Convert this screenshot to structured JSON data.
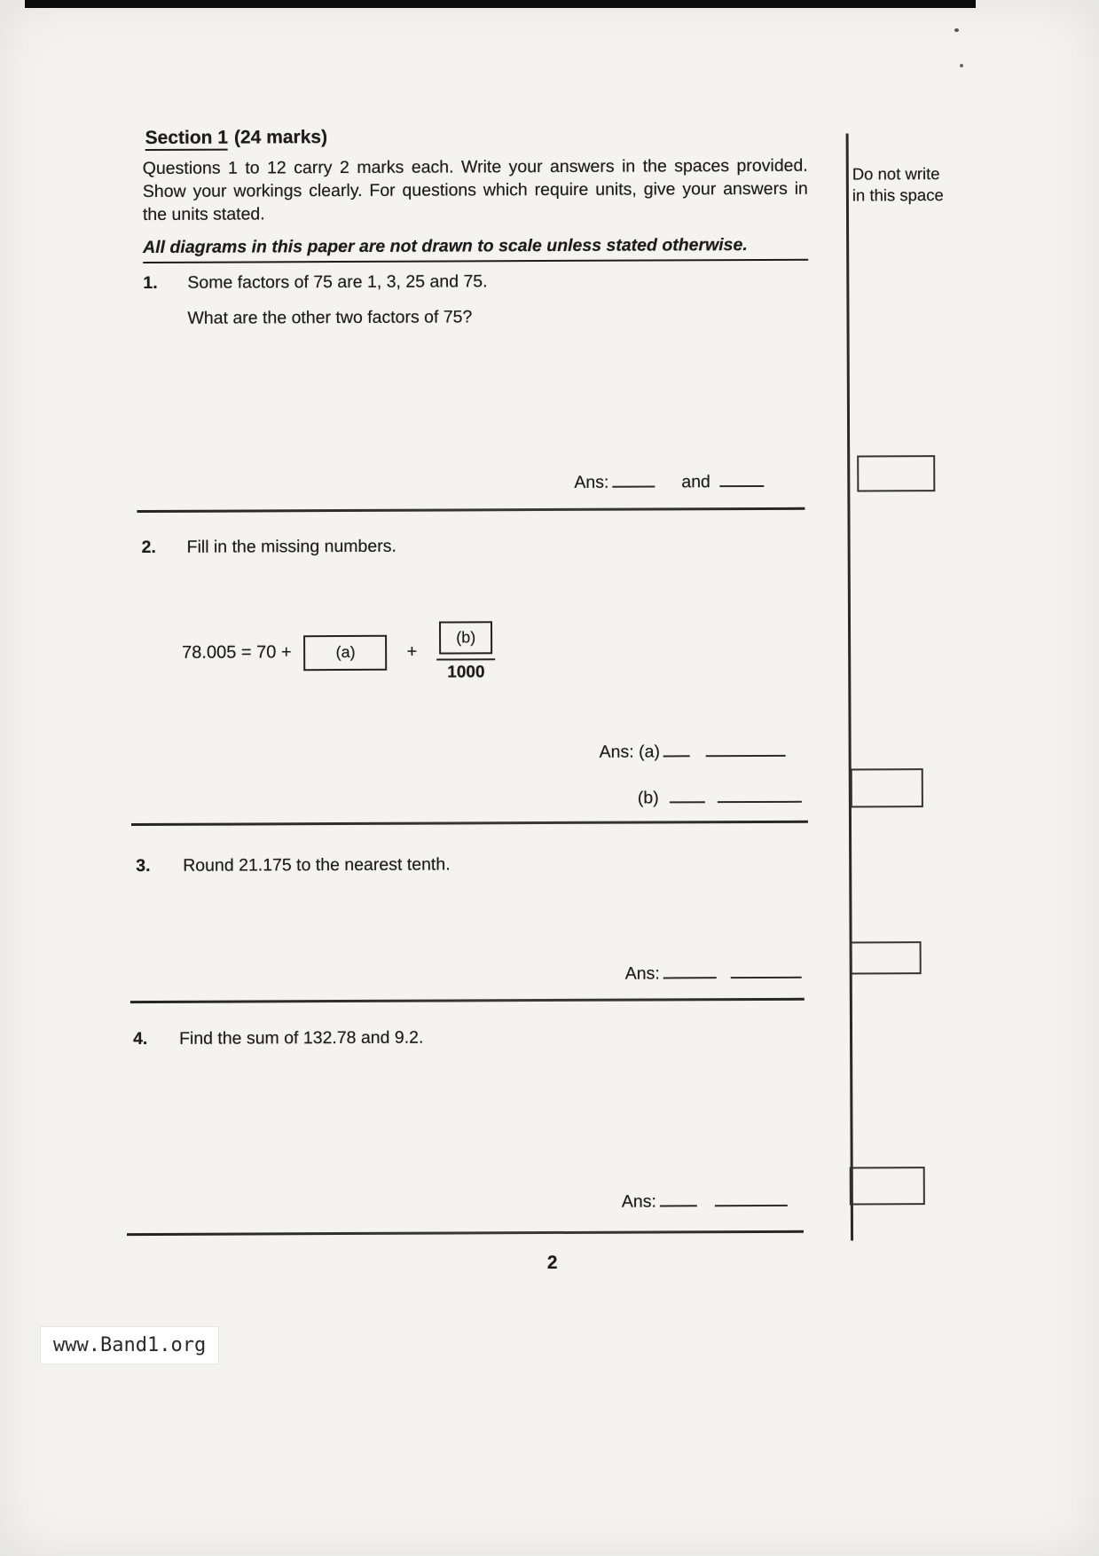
{
  "scan": {
    "page_number": "2",
    "watermark": "www.Band1.org"
  },
  "margin": {
    "note_line1": "Do not write",
    "note_line2": "in this space"
  },
  "header": {
    "section_title": "Section 1",
    "section_marks": "(24 marks)",
    "instructions": "Questions 1 to 12 carry 2 marks each. Write your answers in the spaces provided. Show your workings clearly. For questions which require units, give your answers in the units stated.",
    "scale_note": "All diagrams in this paper are not drawn to scale unless stated otherwise."
  },
  "q1": {
    "number": "1.",
    "line1": "Some factors of 75 are 1, 3, 25 and 75.",
    "line2": "What are the other two factors of 75?",
    "ans_label": "Ans:",
    "and_label": "and"
  },
  "q2": {
    "number": "2.",
    "prompt": "Fill in the missing numbers.",
    "eq_left": "78.005 = 70 +",
    "box_a_label": "(a)",
    "plus": "+",
    "box_b_label": "(b)",
    "denominator": "1000",
    "ans_a_label": "Ans: (a)",
    "ans_b_label": "(b)"
  },
  "q3": {
    "number": "3.",
    "prompt": "Round 21.175 to the nearest tenth.",
    "ans_label": "Ans:"
  },
  "q4": {
    "number": "4.",
    "prompt": "Find the sum of 132.78 and 9.2.",
    "ans_label": "Ans:"
  }
}
